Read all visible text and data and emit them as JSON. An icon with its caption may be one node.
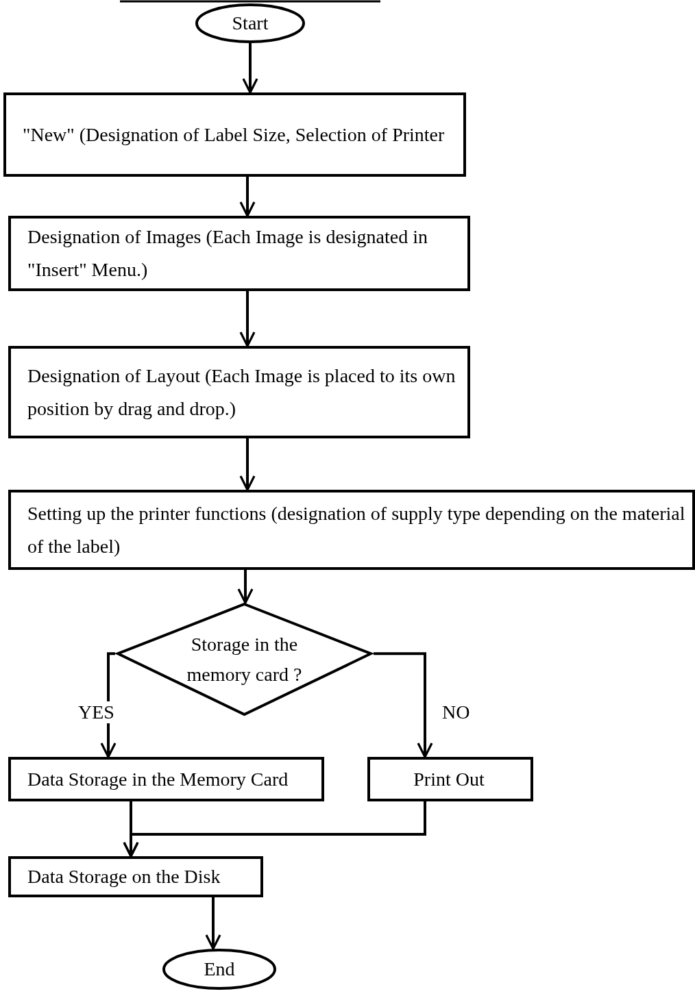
{
  "diagram": {
    "nodes": [
      {
        "text": [
          "Start"
        ]
      },
      {
        "text": [
          "\"New\" (Designation of Label Size, Selection of Printer"
        ]
      },
      {
        "text": [
          "Designation of Images (Each Image is designated in \"Insert\" Menu.)"
        ]
      },
      {
        "text": [
          "Designation of Layout (Each Image is placed to its own position by drag and drop.)"
        ]
      },
      {
        "text": [
          "Setting up the printer functions (designation of supply type depending on the material of the label)"
        ]
      },
      {
        "text": [
          "Storage in the memory card ?"
        ]
      },
      {
        "text": [
          "Data Storage in the Memory Card"
        ]
      },
      {
        "text": [
          "Print Out"
        ]
      },
      {
        "text": [
          "Data Storage on the Disk"
        ]
      },
      {
        "text": [
          "End"
        ]
      }
    ],
    "edges": [
      {
        "from": 0,
        "to": 1,
        "arrow": "to"
      },
      {
        "from": 1,
        "to": 2,
        "arrow": "to"
      },
      {
        "from": 2,
        "to": 3,
        "arrow": "to"
      },
      {
        "from": 3,
        "to": 4,
        "arrow": "to"
      },
      {
        "from": 4,
        "to": 5,
        "arrow": "to"
      },
      {
        "from": 5,
        "to": 6,
        "arrow": "to",
        "label": "YES"
      },
      {
        "from": 5,
        "to": 7,
        "arrow": "to",
        "label": "NO"
      },
      {
        "from": 6,
        "to": 8,
        "arrow": "to"
      },
      {
        "from": 7,
        "to": 8,
        "arrow": "to"
      },
      {
        "from": 8,
        "to": 9,
        "arrow": "to"
      }
    ]
  }
}
